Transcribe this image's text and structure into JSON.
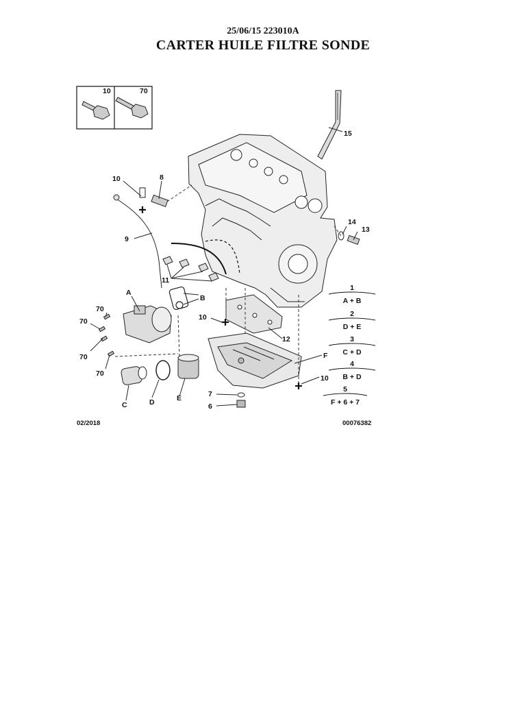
{
  "header": {
    "reference": "25/06/15 223010A",
    "title": "CARTER HUILE FILTRE SONDE"
  },
  "inset": {
    "left_label": "10",
    "right_label": "70"
  },
  "callouts": [
    {
      "id": "l15",
      "text": "15"
    },
    {
      "id": "l10a",
      "text": "10"
    },
    {
      "id": "l8",
      "text": "8"
    },
    {
      "id": "l9",
      "text": "9"
    },
    {
      "id": "l14",
      "text": "14"
    },
    {
      "id": "l13",
      "text": "13"
    },
    {
      "id": "l11",
      "text": "11"
    },
    {
      "id": "lA",
      "text": "A"
    },
    {
      "id": "lB",
      "text": "B"
    },
    {
      "id": "l70a",
      "text": "70"
    },
    {
      "id": "l70b",
      "text": "70"
    },
    {
      "id": "l70c",
      "text": "70"
    },
    {
      "id": "l70d",
      "text": "70"
    },
    {
      "id": "l10b",
      "text": "10"
    },
    {
      "id": "l12",
      "text": "12"
    },
    {
      "id": "lF",
      "text": "F"
    },
    {
      "id": "l10c",
      "text": "10"
    },
    {
      "id": "l7",
      "text": "7"
    },
    {
      "id": "l6",
      "text": "6"
    },
    {
      "id": "lC",
      "text": "C"
    },
    {
      "id": "lD",
      "text": "D"
    },
    {
      "id": "lE",
      "text": "E"
    }
  ],
  "legend": [
    {
      "number": "1",
      "parts": "A + B"
    },
    {
      "number": "2",
      "parts": "D + E"
    },
    {
      "number": "3",
      "parts": "C + D"
    },
    {
      "number": "4",
      "parts": "B + D"
    },
    {
      "number": "5",
      "parts": "F + 6 + 7"
    }
  ],
  "footer": {
    "date": "02/2018",
    "code": "00076382"
  }
}
